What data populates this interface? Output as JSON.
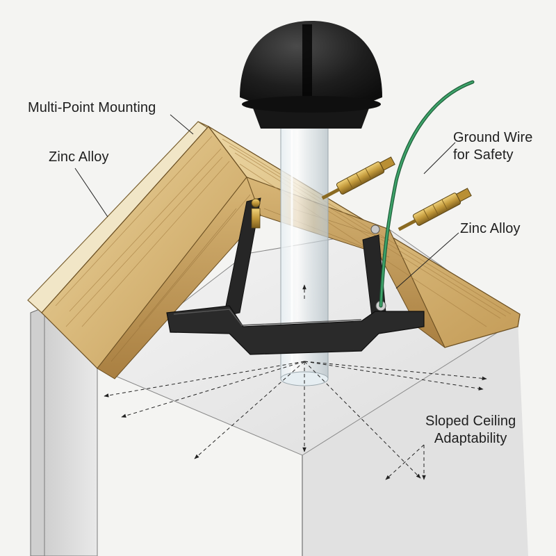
{
  "labels": {
    "multi_point_mounting": "Multi-Point Mounting",
    "zinc_alloy_left": "Zinc  Alloy",
    "ground_wire": "Ground Wire\nfor Safety",
    "zinc_alloy_right": "Zinc Alloy",
    "sloped_ceiling": "Sloped Ceiling\nAdaptability"
  },
  "colors": {
    "wood_light": "#e6cf98",
    "wood_mid": "#c9a464",
    "wood_dark": "#8f6a34",
    "bracket": "#262626",
    "dome": "#1c1c1c",
    "wire": "#2f8a56",
    "brass": "#c39a3c",
    "wall": "#e3e3e3",
    "ceiling": "#eaeaea"
  },
  "icons": [
    "dome-cap-icon",
    "mounting-bracket-icon",
    "anchor-bolt-icon",
    "ground-wire-icon",
    "arrow-icon"
  ]
}
